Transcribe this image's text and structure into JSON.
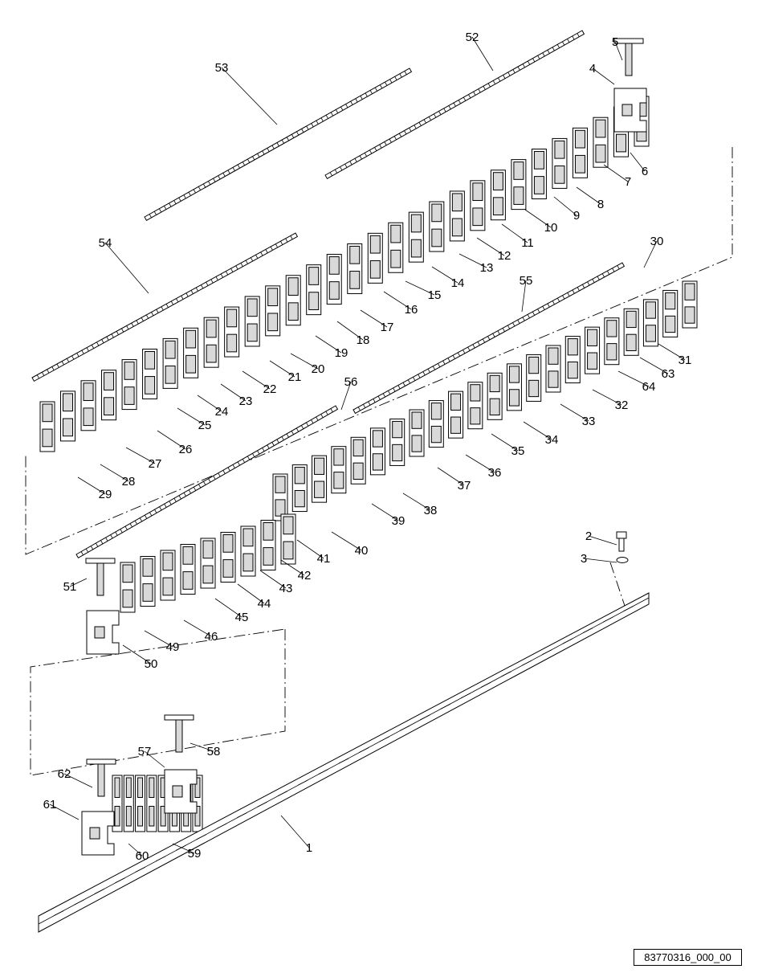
{
  "callouts": [
    "1",
    "2",
    "3",
    "4",
    "5",
    "6",
    "7",
    "8",
    "9",
    "10",
    "11",
    "12",
    "13",
    "14",
    "15",
    "16",
    "17",
    "18",
    "19",
    "20",
    "21",
    "22",
    "23",
    "24",
    "25",
    "26",
    "27",
    "28",
    "29",
    "30",
    "31",
    "32",
    "33",
    "34",
    "35",
    "36",
    "37",
    "38",
    "39",
    "40",
    "41",
    "42",
    "43",
    "44",
    "45",
    "46",
    "49",
    "50",
    "51",
    "52",
    "53",
    "54",
    "55",
    "56",
    "57",
    "58",
    "59",
    "60",
    "61",
    "62",
    "63",
    "64"
  ],
  "figure_code": "83770316_000_00"
}
